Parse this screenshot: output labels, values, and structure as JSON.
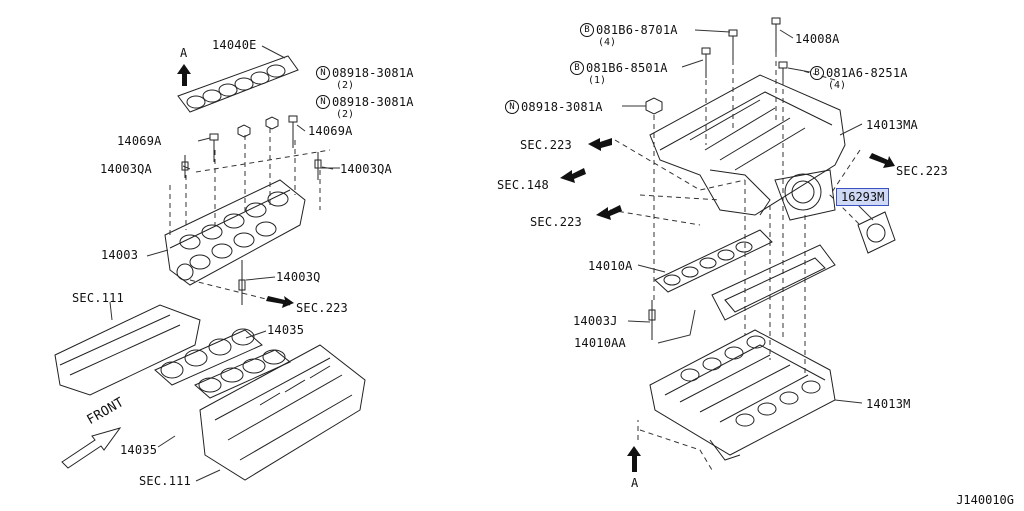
{
  "diagram": {
    "code": "J140010G",
    "left": {
      "view_marker": "A",
      "parts": {
        "p14040E": "14040E",
        "p14069A_left": "14069A",
        "p14069A_right": "14069A",
        "p14003QA_left": "14003QA",
        "p14003QA_right": "14003QA",
        "p14003": "14003",
        "p14003Q": "14003Q",
        "p14035_top": "14035",
        "p14035_bottom": "14035"
      },
      "fasteners": [
        {
          "prefix": "N",
          "code": "08918-3081A",
          "qty": "(2)"
        },
        {
          "prefix": "N",
          "code": "08918-3081A",
          "qty": "(2)"
        }
      ],
      "sec": {
        "sec223": "SEC.223",
        "sec111_top": "SEC.111",
        "sec111_bottom": "SEC.111"
      },
      "front_label": "FRONT"
    },
    "right": {
      "view_marker": "A",
      "fasteners": [
        {
          "prefix": "B",
          "code": "081B6-8701A",
          "qty": "(4)"
        },
        {
          "prefix": "B",
          "code": "081B6-8501A",
          "qty": "(1)"
        },
        {
          "prefix": "B",
          "code": "081A6-8251A",
          "qty": "(4)"
        },
        {
          "prefix": "N",
          "code": "08918-3081A",
          "qty": ""
        }
      ],
      "parts": {
        "p14008A": "14008A",
        "p14013MA": "14013MA",
        "p16293M": "16293M",
        "p14010A": "14010A",
        "p14003J": "14003J",
        "p14010AA": "14010AA",
        "p14013M": "14013M"
      },
      "sec": {
        "sec223_a": "SEC.223",
        "sec148": "SEC.148",
        "sec223_b": "SEC.223",
        "sec223_right": "SEC.223"
      }
    }
  }
}
